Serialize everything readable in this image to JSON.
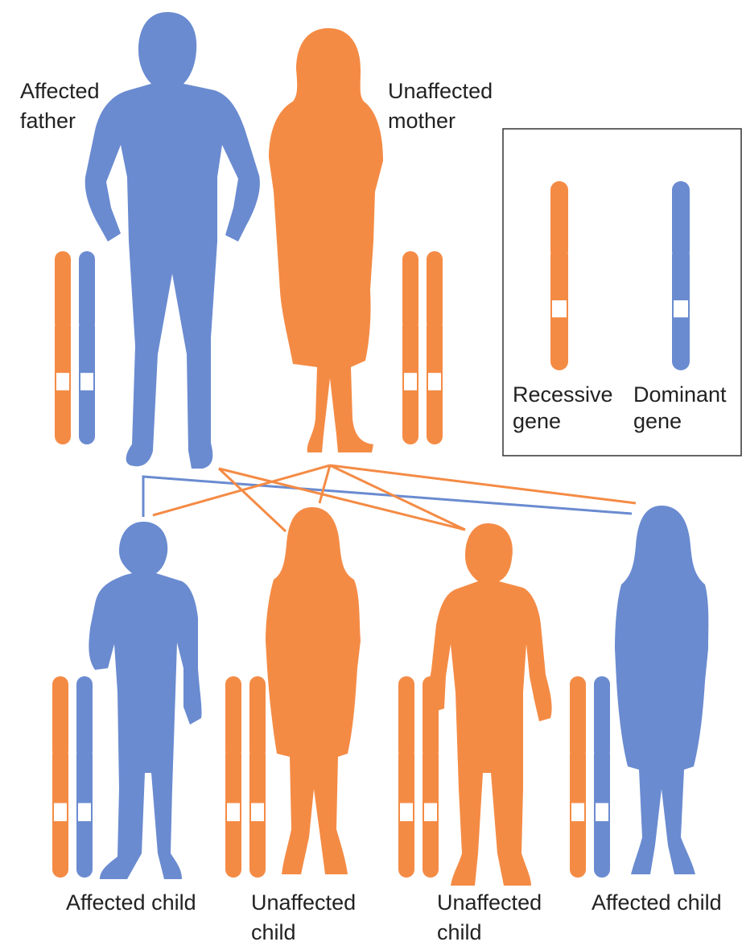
{
  "colors": {
    "recessive": "#f48b45",
    "dominant": "#6a8bd0",
    "marker": "#ffffff",
    "text": "#222222"
  },
  "parents": {
    "father": {
      "label_line1": "Affected",
      "label_line2": "father",
      "phenotype": "dominant",
      "alleles": [
        "recessive",
        "dominant"
      ]
    },
    "mother": {
      "label_line1": "Unaffected",
      "label_line2": "mother",
      "phenotype": "recessive",
      "alleles": [
        "recessive",
        "recessive"
      ]
    }
  },
  "children": [
    {
      "label_line1": "Affected child",
      "label_line2": "",
      "phenotype": "dominant",
      "alleles": [
        "recessive",
        "dominant"
      ]
    },
    {
      "label_line1": "Unaffected",
      "label_line2": "child",
      "phenotype": "recessive",
      "alleles": [
        "recessive",
        "recessive"
      ]
    },
    {
      "label_line1": "Unaffected",
      "label_line2": "child",
      "phenotype": "recessive",
      "alleles": [
        "recessive",
        "recessive"
      ]
    },
    {
      "label_line1": "Affected child",
      "label_line2": "",
      "phenotype": "dominant",
      "alleles": [
        "recessive",
        "dominant"
      ]
    }
  ],
  "legend": {
    "recessive_line1": "Recessive",
    "recessive_line2": "gene",
    "dominant_line1": "Dominant",
    "dominant_line2": "gene"
  }
}
